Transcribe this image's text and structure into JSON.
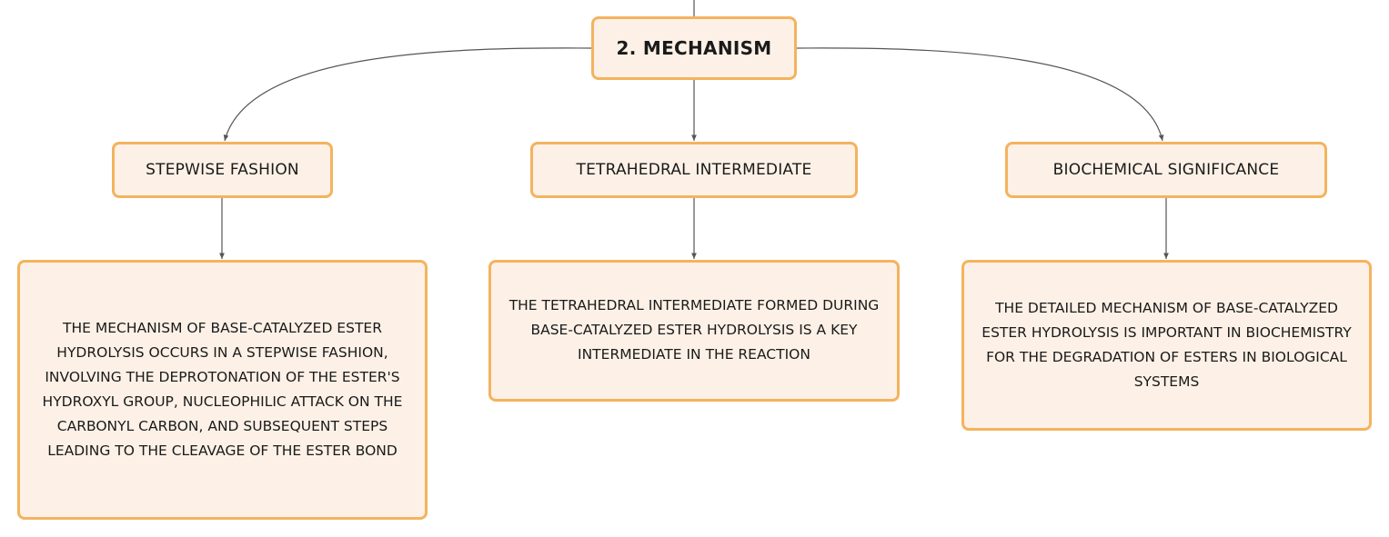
{
  "colors": {
    "node_fill": "#fdf1e7",
    "node_border": "#f4b35e",
    "connector": "#555555",
    "text": "#1a1a1a"
  },
  "root": {
    "label": "2. MECHANISM"
  },
  "branches": [
    {
      "label": "STEPWISE FASHION",
      "detail": "THE MECHANISM OF BASE-CATALYZED ESTER HYDROLYSIS OCCURS IN A STEPWISE FASHION, INVOLVING THE DEPROTONATION OF THE ESTER'S HYDROXYL GROUP, NUCLEOPHILIC ATTACK ON THE CARBONYL CARBON, AND SUBSEQUENT STEPS LEADING TO THE CLEAVAGE OF THE ESTER BOND"
    },
    {
      "label": "TETRAHEDRAL INTERMEDIATE",
      "detail": "THE TETRAHEDRAL INTERMEDIATE FORMED DURING BASE-CATALYZED ESTER HYDROLYSIS IS A KEY INTERMEDIATE IN THE REACTION"
    },
    {
      "label": "BIOCHEMICAL SIGNIFICANCE",
      "detail": "THE DETAILED MECHANISM OF BASE-CATALYZED ESTER HYDROLYSIS IS IMPORTANT IN BIOCHEMISTRY FOR THE DEGRADATION OF ESTERS IN BIOLOGICAL SYSTEMS"
    }
  ]
}
